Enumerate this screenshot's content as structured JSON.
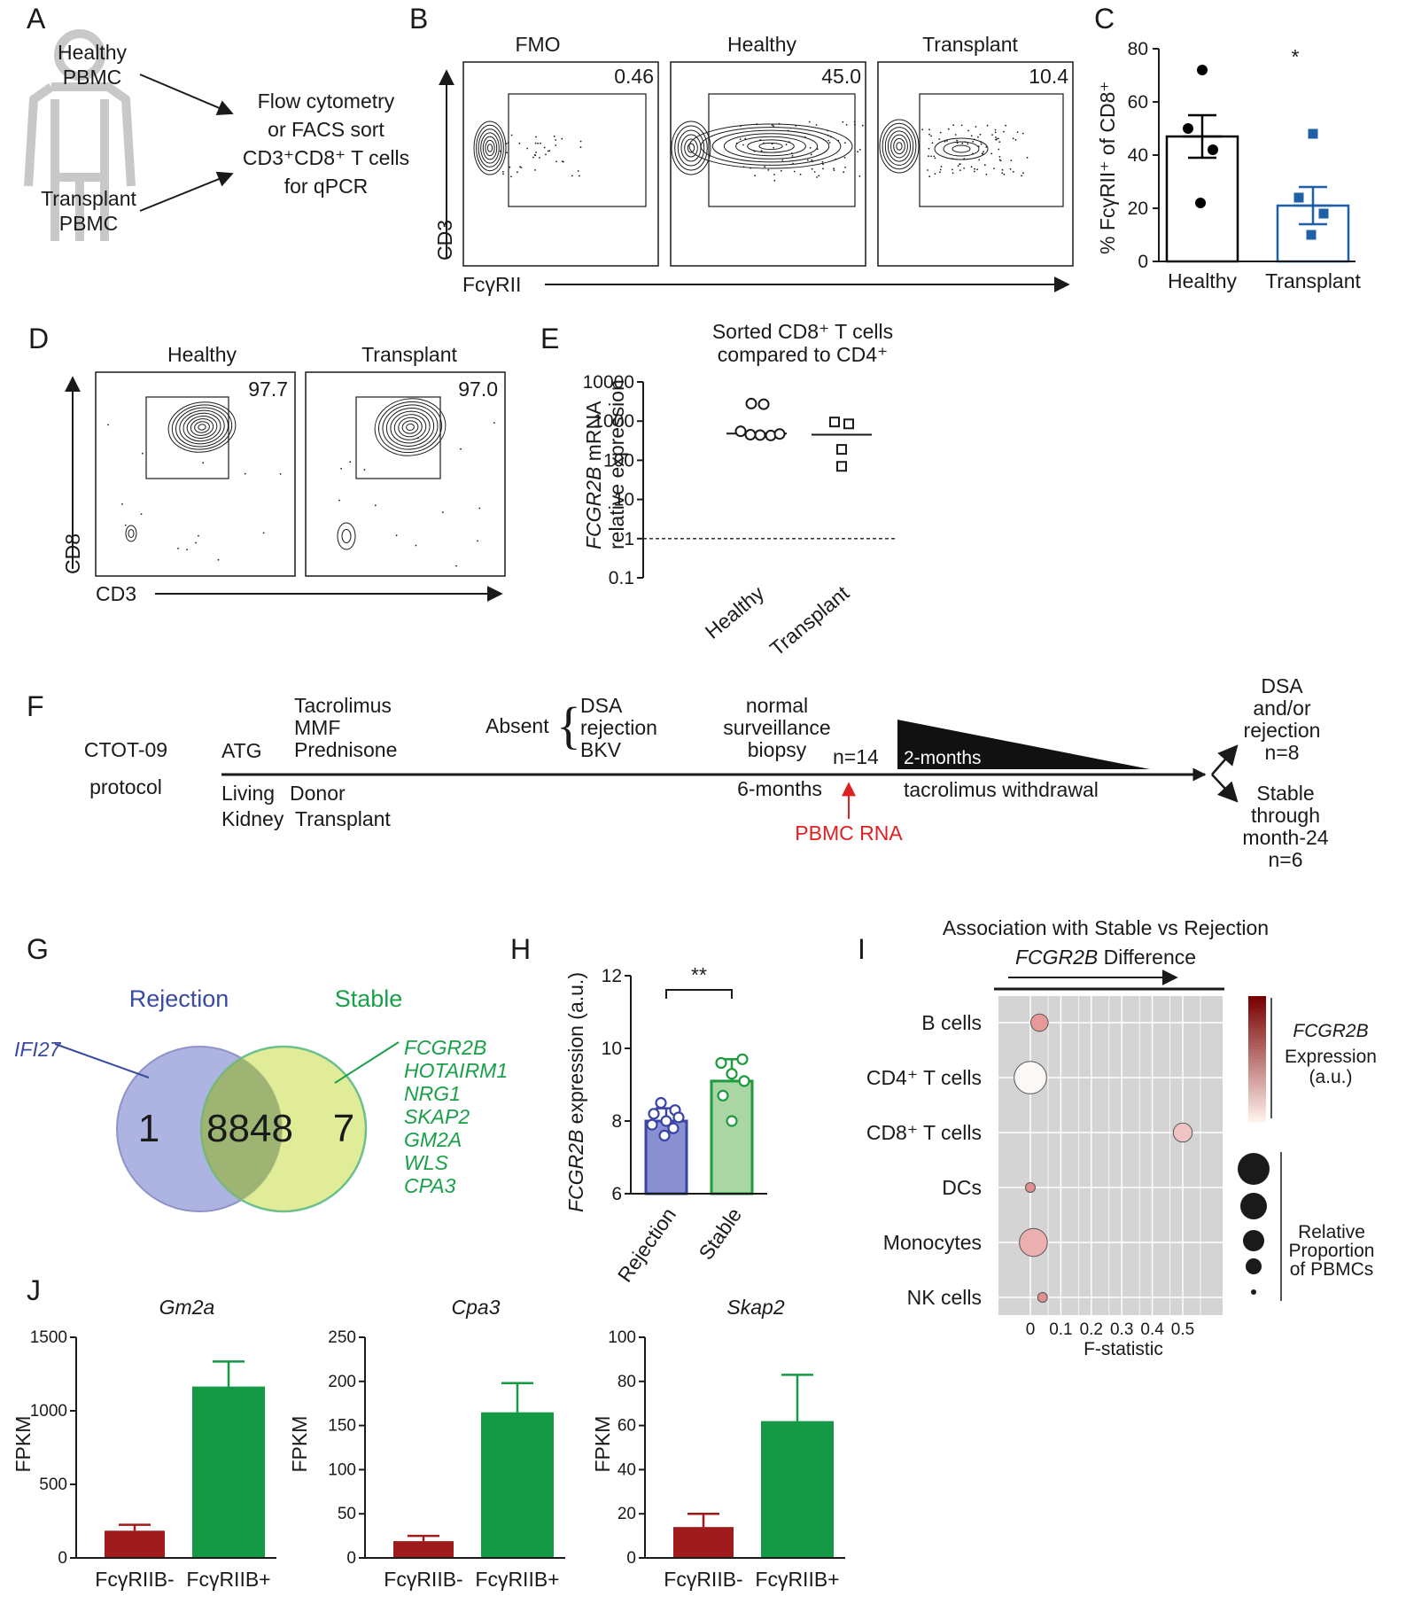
{
  "panel_letters": [
    "A",
    "B",
    "C",
    "D",
    "E",
    "F",
    "G",
    "H",
    "I",
    "J"
  ],
  "panelA": {
    "healthy": [
      "Healthy",
      "PBMC"
    ],
    "transplant": [
      "Transplant",
      "PBMC"
    ],
    "text": [
      "Flow cytometry",
      "or FACS sort",
      "CD3⁺CD8⁺ T cells",
      "for qPCR"
    ]
  },
  "panelB": {
    "titles": [
      "FMO",
      "Healthy",
      "Transplant"
    ],
    "gate_values": [
      "0.46",
      "45.0",
      "10.4"
    ],
    "y_label": "CD3",
    "x_label": "FcγRII"
  },
  "panelD": {
    "titles": [
      "Healthy",
      "Transplant"
    ],
    "gate_values": [
      "97.7",
      "97.0"
    ],
    "y_label": "CD8",
    "x_label": "CD3"
  },
  "panelF": {
    "protocol": [
      "CTOT-09",
      "protocol"
    ],
    "atg": "ATG",
    "drugs": [
      "Tacrolimus",
      "MMF",
      "Prednisone"
    ],
    "absent": "Absent",
    "absent_items": [
      "DSA",
      "rejection",
      "BKV"
    ],
    "biopsy": [
      "normal",
      "surveillance",
      "biopsy"
    ],
    "n14": "n=14",
    "two_months": "2-months",
    "living_donor": [
      "Living",
      "Donor"
    ],
    "kidney_transplant": [
      "Kidney",
      "Transplant"
    ],
    "six_months": "6-months",
    "withdrawal": "tacrolimus withdrawal",
    "pbmc_rna": "PBMC RNA",
    "outcome_dsa": [
      "DSA",
      "and/or",
      "rejection",
      "n=8"
    ],
    "outcome_stable": [
      "Stable",
      "through",
      "month-24",
      "n=6"
    ]
  },
  "panelG": {
    "left_label": "Rejection",
    "right_label": "Stable",
    "left_count": "1",
    "center_count": "8848",
    "right_count": "7",
    "left_gene": "IFI27",
    "right_genes": [
      "FCGR2B",
      "HOTAIRM1",
      "NRG1",
      "SKAP2",
      "GM2A",
      "WLS",
      "CPA3"
    ],
    "colors": {
      "rejection": "#3a4aa0",
      "stable": "#1aa04a"
    }
  },
  "panelI": {
    "title": "Association with Stable vs Rejection",
    "subtitle_gene": "FCGR2B",
    "subtitle_rest": " Difference",
    "legend_color": [
      "FCGR2B",
      "Expression",
      "(a.u.)"
    ],
    "legend_size": [
      "Relative",
      "Proportion",
      "of PBMCs"
    ],
    "x_label": "F-statistic"
  },
  "chart_data": [
    {
      "panel": "C",
      "type": "bar",
      "categories": [
        "Healthy",
        "Transplant"
      ],
      "ylabel": "% FcγRII⁺ of CD8⁺",
      "ylim": [
        0,
        80
      ],
      "yticks": [
        "0",
        "20",
        "40",
        "60",
        "80"
      ],
      "means": [
        47,
        21
      ],
      "sem": [
        8,
        7
      ],
      "points": [
        [
          72,
          50,
          42,
          22
        ],
        [
          48,
          24,
          18,
          10
        ]
      ],
      "significance": "*",
      "colors": [
        "#000000",
        "#1f5fa8"
      ]
    },
    {
      "panel": "E",
      "type": "scatter",
      "title": [
        "Sorted CD8⁺ T cells",
        "compared to CD4⁺"
      ],
      "ylabel_gene": "FCGR2B",
      "ylabel": [
        " mRNA",
        "relative expression"
      ],
      "categories": [
        "Healthy",
        "Transplant"
      ],
      "yscale": "log",
      "ylim": [
        0.1,
        10000
      ],
      "yticks": [
        "10000",
        "1000",
        "100",
        "10",
        "1",
        "0.1"
      ],
      "points": [
        [
          2800,
          2700,
          550,
          450,
          440,
          430,
          470
        ],
        [
          950,
          850,
          190,
          70
        ]
      ],
      "medians": [
        480,
        450
      ],
      "reference_line": 1
    },
    {
      "panel": "H",
      "type": "bar",
      "categories": [
        "Rejection",
        "Stable"
      ],
      "ylabel_gene": "FCGR2B",
      "ylabel": " expression (a.u.)",
      "ylim": [
        6,
        12
      ],
      "yticks": [
        "6",
        "8",
        "10",
        "12"
      ],
      "means": [
        8.0,
        9.1
      ],
      "sem": [
        0.35,
        0.6
      ],
      "points": [
        [
          8.5,
          8.3,
          8.2,
          8.1,
          8.0,
          7.9,
          7.8,
          7.6
        ],
        [
          9.7,
          9.6,
          9.3,
          9.1,
          8.7,
          8.0
        ]
      ],
      "significance": "**",
      "colors": [
        "#3a44a8",
        "#1f9a3e"
      ]
    },
    {
      "panel": "I",
      "type": "scatter",
      "categories": [
        "B cells",
        "CD4⁺ T cells",
        "CD8⁺ T cells",
        "DCs",
        "Monocytes",
        "NK cells"
      ],
      "xlabel": "F-statistic",
      "xticks": [
        "0",
        "0.1",
        "0.2",
        "0.3",
        "0.4",
        "0.5"
      ],
      "x": [
        0.03,
        0.0,
        0.5,
        0.0,
        0.01,
        0.04
      ],
      "expression_level": [
        0.45,
        0.0,
        0.25,
        0.5,
        0.35,
        0.5
      ],
      "proportion_size": [
        0.4,
        0.9,
        0.45,
        0.15,
        0.75,
        0.15
      ]
    },
    {
      "panel": "J-Gm2a",
      "type": "bar",
      "title": "Gm2a",
      "categories": [
        "FcγRIIB-",
        "FcγRIIB+"
      ],
      "ylabel": "FPKM",
      "ylim": [
        0,
        1500
      ],
      "yticks": [
        "0",
        "500",
        "1000",
        "1500"
      ],
      "values": [
        185,
        1165
      ],
      "errors": [
        40,
        170
      ],
      "colors": [
        "#a01c1c",
        "#149a45"
      ]
    },
    {
      "panel": "J-Cpa3",
      "type": "bar",
      "title": "Cpa3",
      "categories": [
        "FcγRIIB-",
        "FcγRIIB+"
      ],
      "ylabel": "FPKM",
      "ylim": [
        0,
        250
      ],
      "yticks": [
        "0",
        "50",
        "100",
        "150",
        "200",
        "250"
      ],
      "values": [
        19,
        165
      ],
      "errors": [
        6,
        33
      ],
      "colors": [
        "#a01c1c",
        "#149a45"
      ]
    },
    {
      "panel": "J-Skap2",
      "type": "bar",
      "title": "Skap2",
      "categories": [
        "FcγRIIB-",
        "FcγRIIB+"
      ],
      "ylabel": "FPKM",
      "ylim": [
        0,
        100
      ],
      "yticks": [
        "0",
        "20",
        "40",
        "60",
        "80",
        "100"
      ],
      "values": [
        14,
        62
      ],
      "errors": [
        6,
        21
      ],
      "colors": [
        "#a01c1c",
        "#149a45"
      ]
    }
  ]
}
